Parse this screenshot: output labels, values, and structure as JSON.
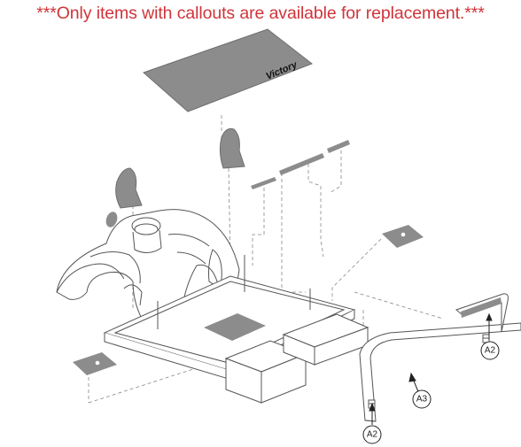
{
  "notice": "***Only items with callouts are available for replacement.***",
  "brand_label": "Victory",
  "callouts": {
    "a3": "A3",
    "a2_right": "A2",
    "a2_bottom": "A2"
  },
  "colors": {
    "notice_text": "#d0343a",
    "part_fill": "#8c8c8c",
    "outline": "#555555",
    "leader": "#777777"
  }
}
